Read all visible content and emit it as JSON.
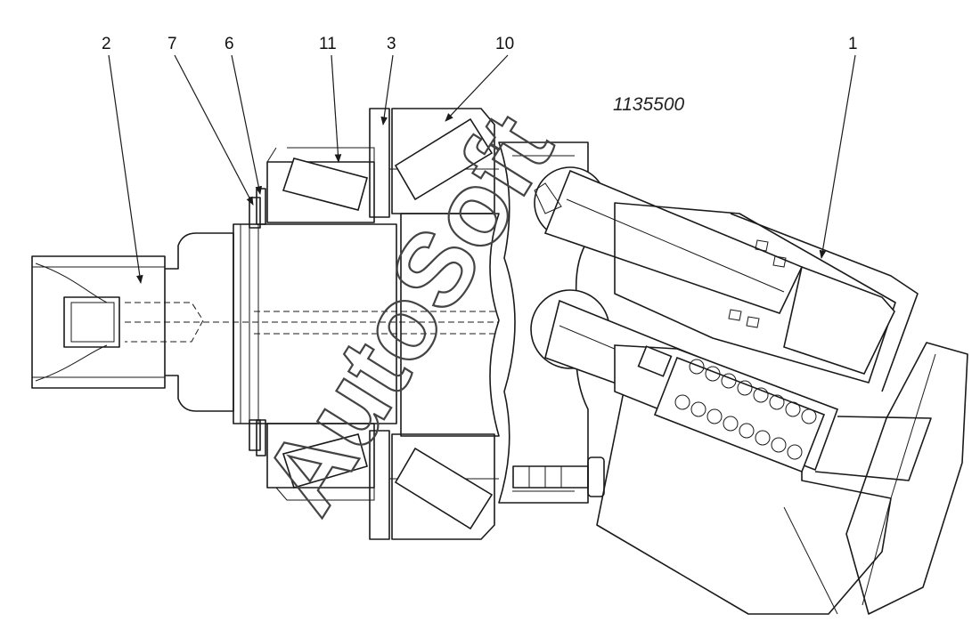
{
  "drawing": {
    "part_number": "1135500",
    "watermark": "AutoSoft",
    "callouts": {
      "c1": "1",
      "c2": "2",
      "c3": "3",
      "c6": "6",
      "c7": "7",
      "c10": "10",
      "c11": "11"
    }
  }
}
